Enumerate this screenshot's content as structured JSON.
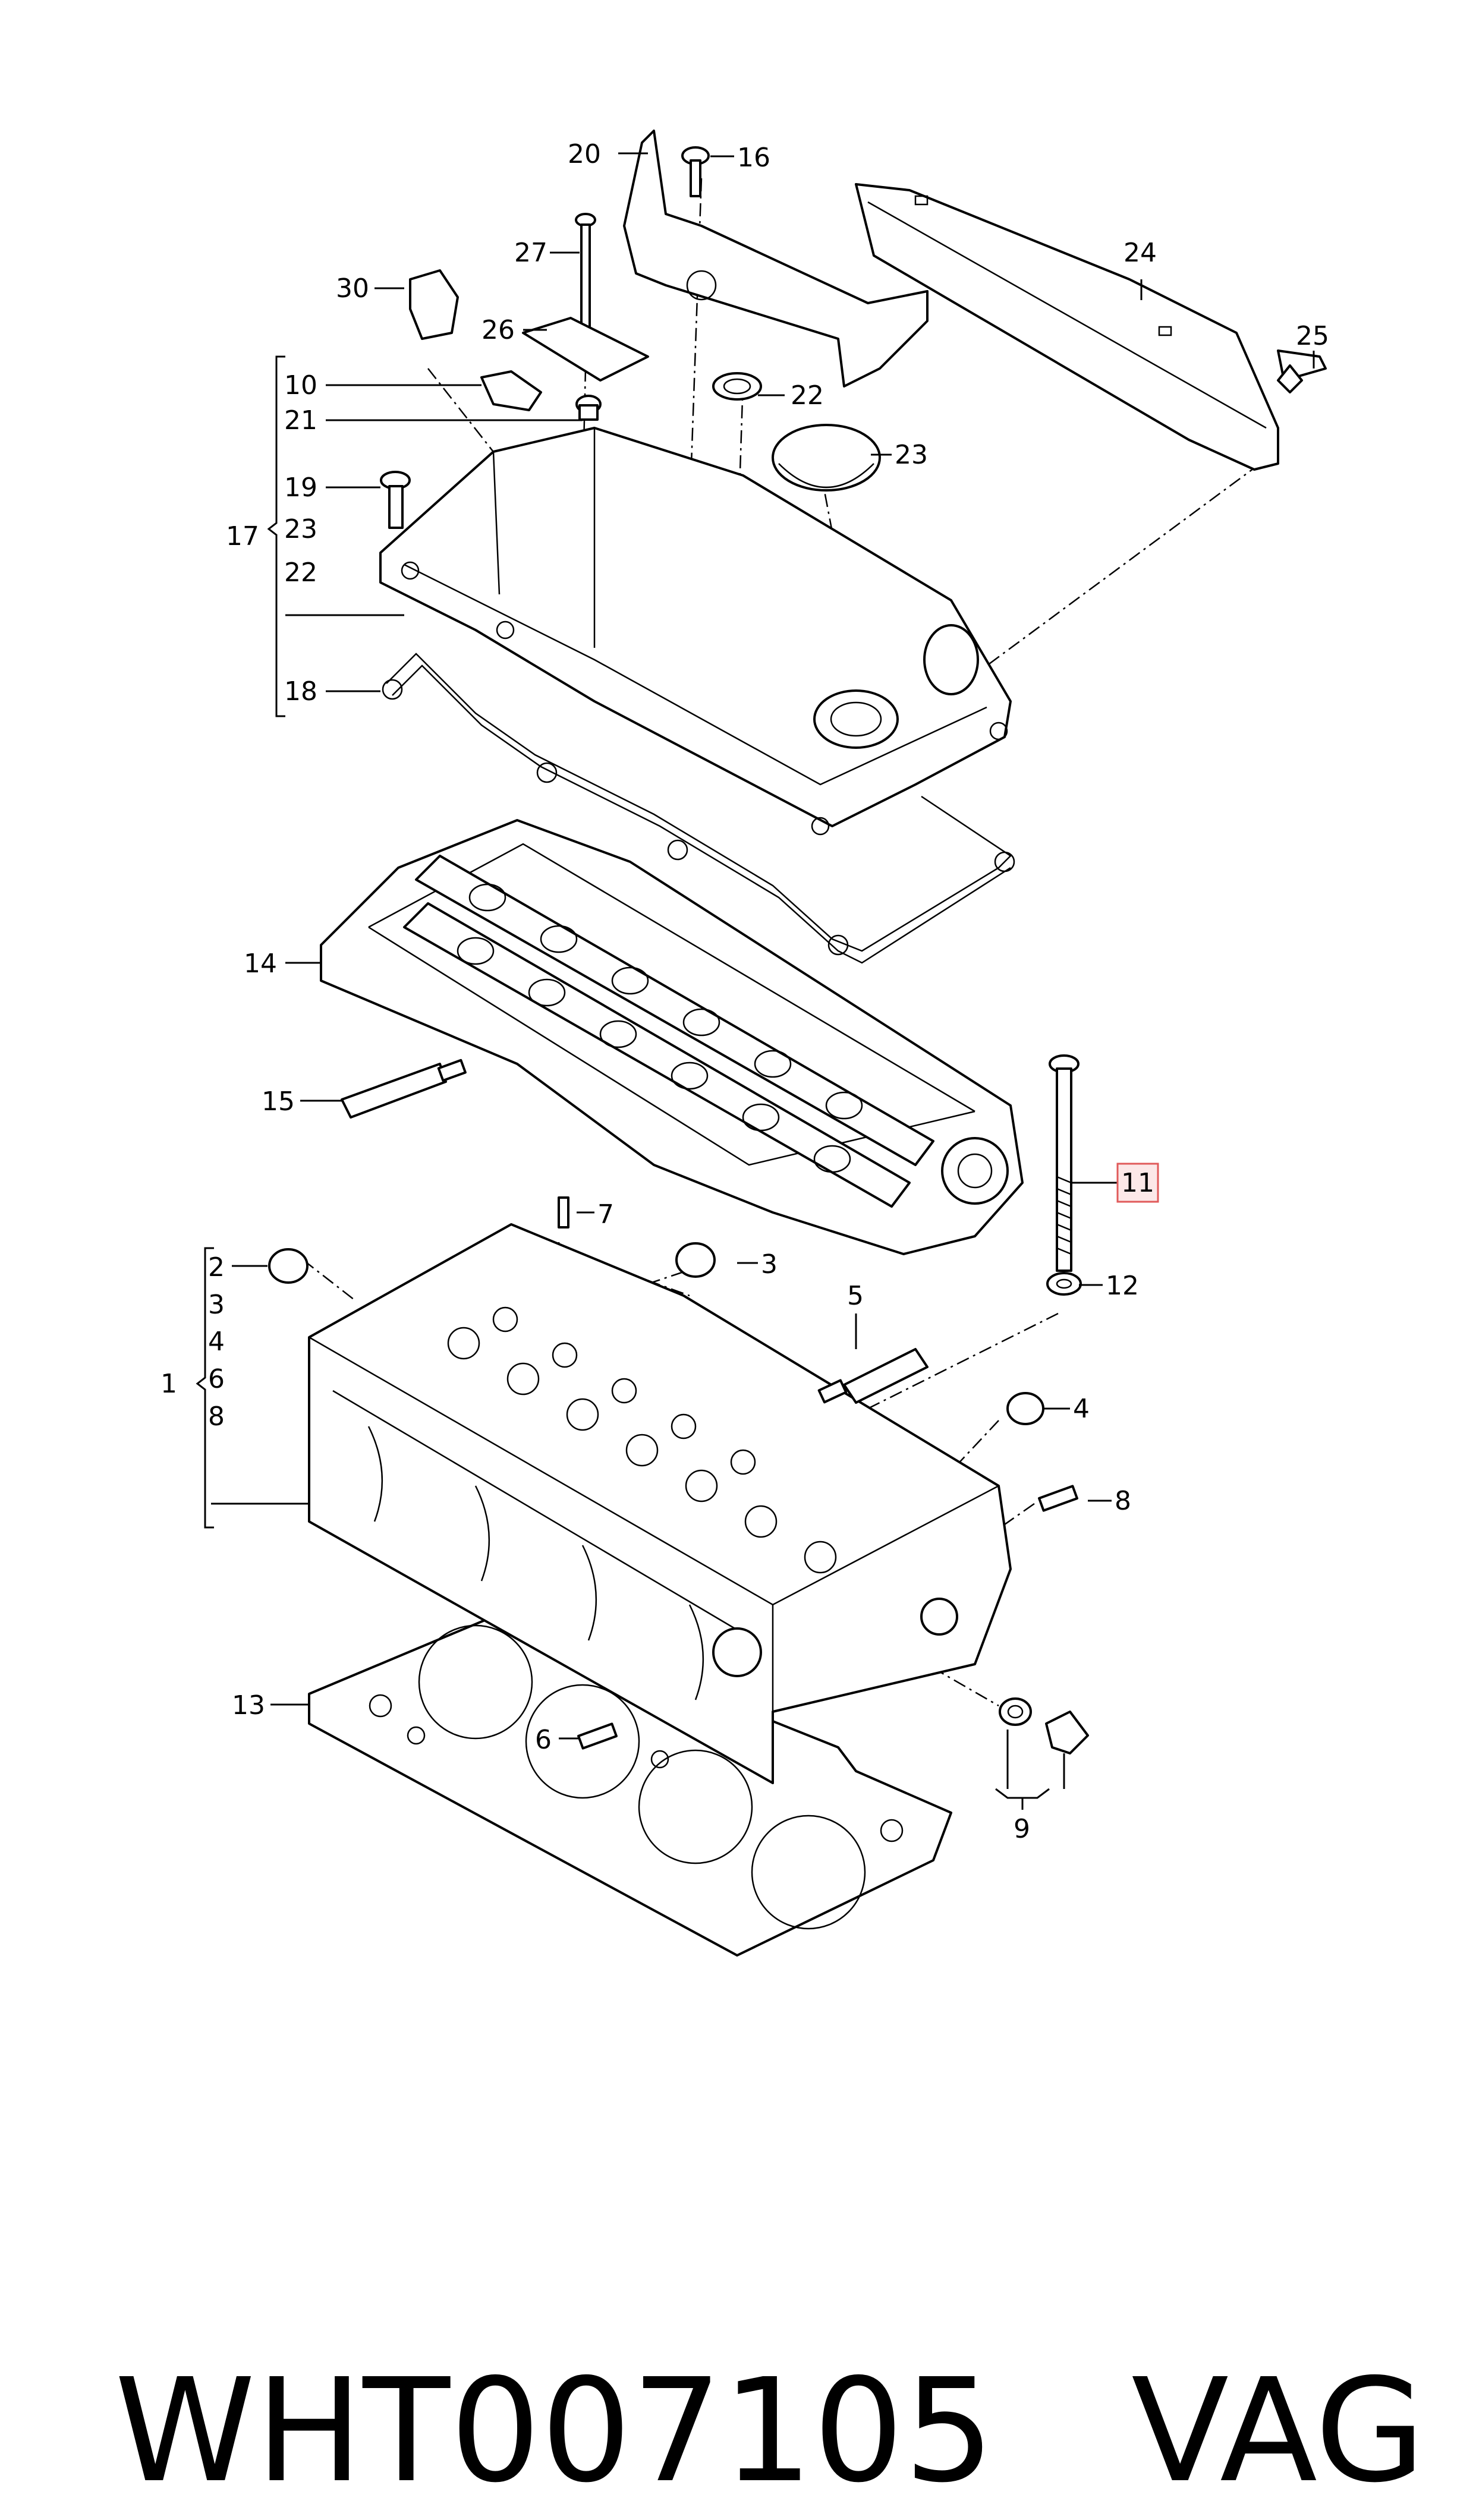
{
  "callouts": {
    "c1": "1",
    "c2": "2",
    "c3": "3",
    "c3b": "3",
    "c4": "4",
    "c4b": "4",
    "c5": "5",
    "c6": "6",
    "c6b": "6",
    "c7": "7",
    "c8": "8",
    "c8b": "8",
    "c9": "9",
    "c10": "10",
    "c11": "11",
    "c12": "12",
    "c13": "13",
    "c14": "14",
    "c15": "15",
    "c16": "16",
    "c17": "17",
    "c18": "18",
    "c19": "19",
    "c20": "20",
    "c21": "21",
    "c22": "22",
    "c22b": "22",
    "c23": "23",
    "c23b": "23",
    "c24": "24",
    "c25": "25",
    "c26": "26",
    "c27": "27",
    "c30": "30"
  },
  "highlight_color": "#e05a5a",
  "footer": {
    "part_number": "WHT007105",
    "brand": "VAG"
  }
}
